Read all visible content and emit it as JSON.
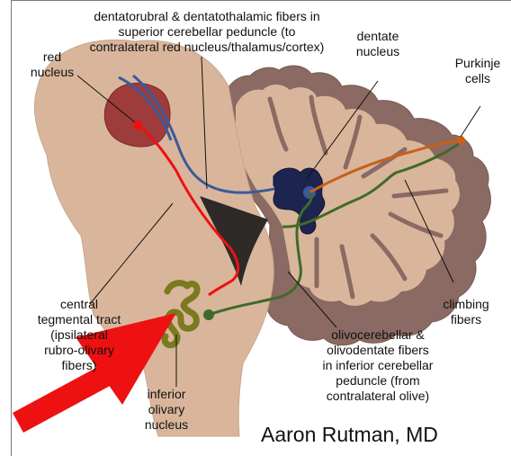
{
  "labels": {
    "top_fibers": "dentatorubral & dentatothalamic fibers in\nsuperior cerebellar peduncle (to\ncontralateral red nucleus/thalamus/cortex)",
    "red_nucleus": "red\nnucleus",
    "dentate_nucleus": "dentate\nnucleus",
    "purkinje": "Purkinje\ncells",
    "central_tegmental": "central\ntegmental tract\n(ipsilateral\nrubro-olivary\nfibers)",
    "climbing": "climbing\nfibers",
    "olivocerebellar": "olivocerebellar &\nolivodentate fibers\nin inferior cerebellar\npeduncle (from\ncontralateral olive)",
    "inferior_olive": "inferior\nolivary\nnucleus"
  },
  "credit": "Aaron Rutman, MD",
  "colors": {
    "tissue": "#d9b69b",
    "cortex_edge": "#8a6a62",
    "red_nucleus_fill": "#9e3b3b",
    "red_tract": "#ee1111",
    "blue_tract": "#3a5a9a",
    "orange_tract": "#c8601a",
    "green_tract": "#3f6b2a",
    "olive_fill": "#7a7a1e",
    "dentate_fill": "#1e2450",
    "ventricle": "#2d2a28",
    "arrow": "#ee1111"
  }
}
